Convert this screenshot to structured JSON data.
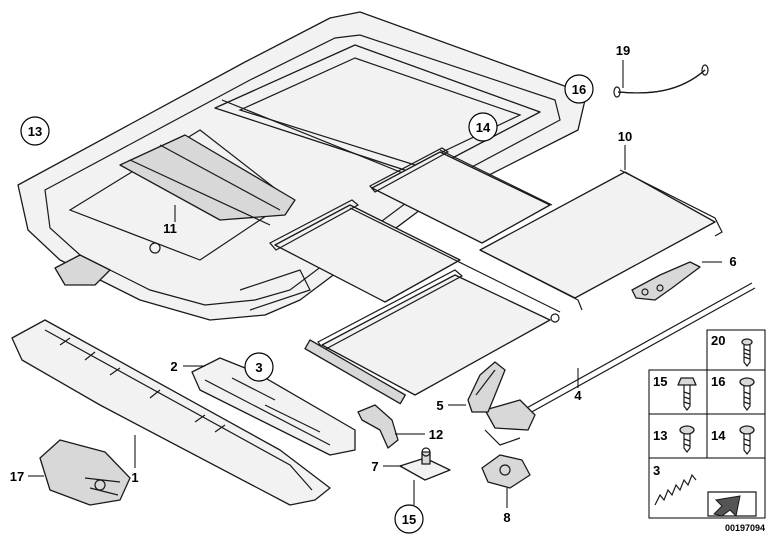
{
  "callouts": [
    "1",
    "2",
    "3",
    "4",
    "5",
    "6",
    "7",
    "8",
    "10",
    "11",
    "12",
    "13",
    "14",
    "15",
    "16",
    "17",
    "19"
  ],
  "table": {
    "cells": [
      {
        "label": "20"
      },
      {
        "label": "15"
      },
      {
        "label": "16"
      },
      {
        "label": "13"
      },
      {
        "label": "14"
      },
      {
        "label": "3"
      }
    ]
  },
  "doc_number": "00197094"
}
